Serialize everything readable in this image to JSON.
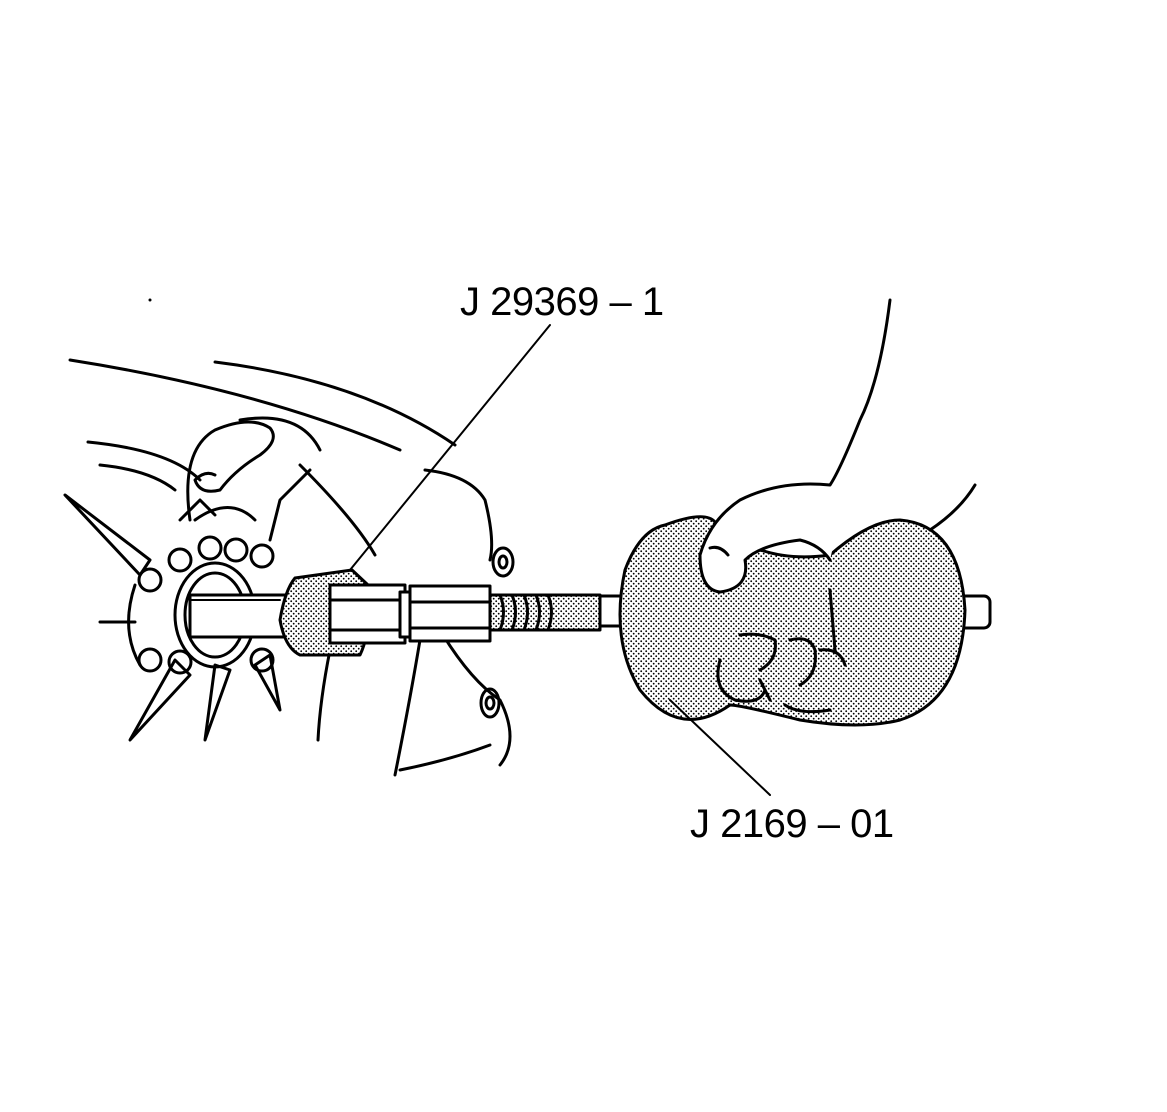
{
  "labels": {
    "adapter_tool": "J 29369 – 1",
    "slide_hammer": "J 2169 – 01"
  },
  "colors": {
    "line": "#000000",
    "background": "#ffffff",
    "stipple": "#000000"
  },
  "icons": {
    "adapter": "threaded-adapter-illustration",
    "hammer": "slide-hammer-weight-illustration",
    "hand": "gripping-hand-illustration",
    "hub": "wheel-hub-illustration"
  }
}
